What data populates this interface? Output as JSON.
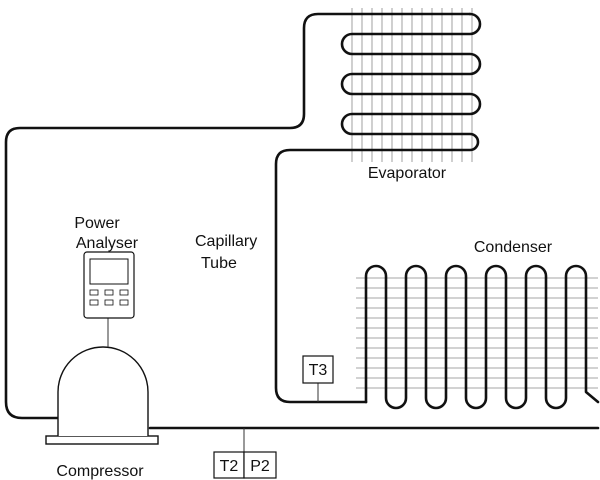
{
  "labels": {
    "evaporator": "Evaporator",
    "condenser": "Condenser",
    "capillary_line1": "Capillary",
    "capillary_line2": "Tube",
    "power_line1": "Power",
    "power_line2": "Analyser",
    "compressor": "Compressor"
  },
  "sensors": {
    "t3": "T3",
    "t2": "T2",
    "p2": "P2"
  },
  "colors": {
    "line": "#111111",
    "fin": "#888888",
    "background": "#ffffff"
  }
}
